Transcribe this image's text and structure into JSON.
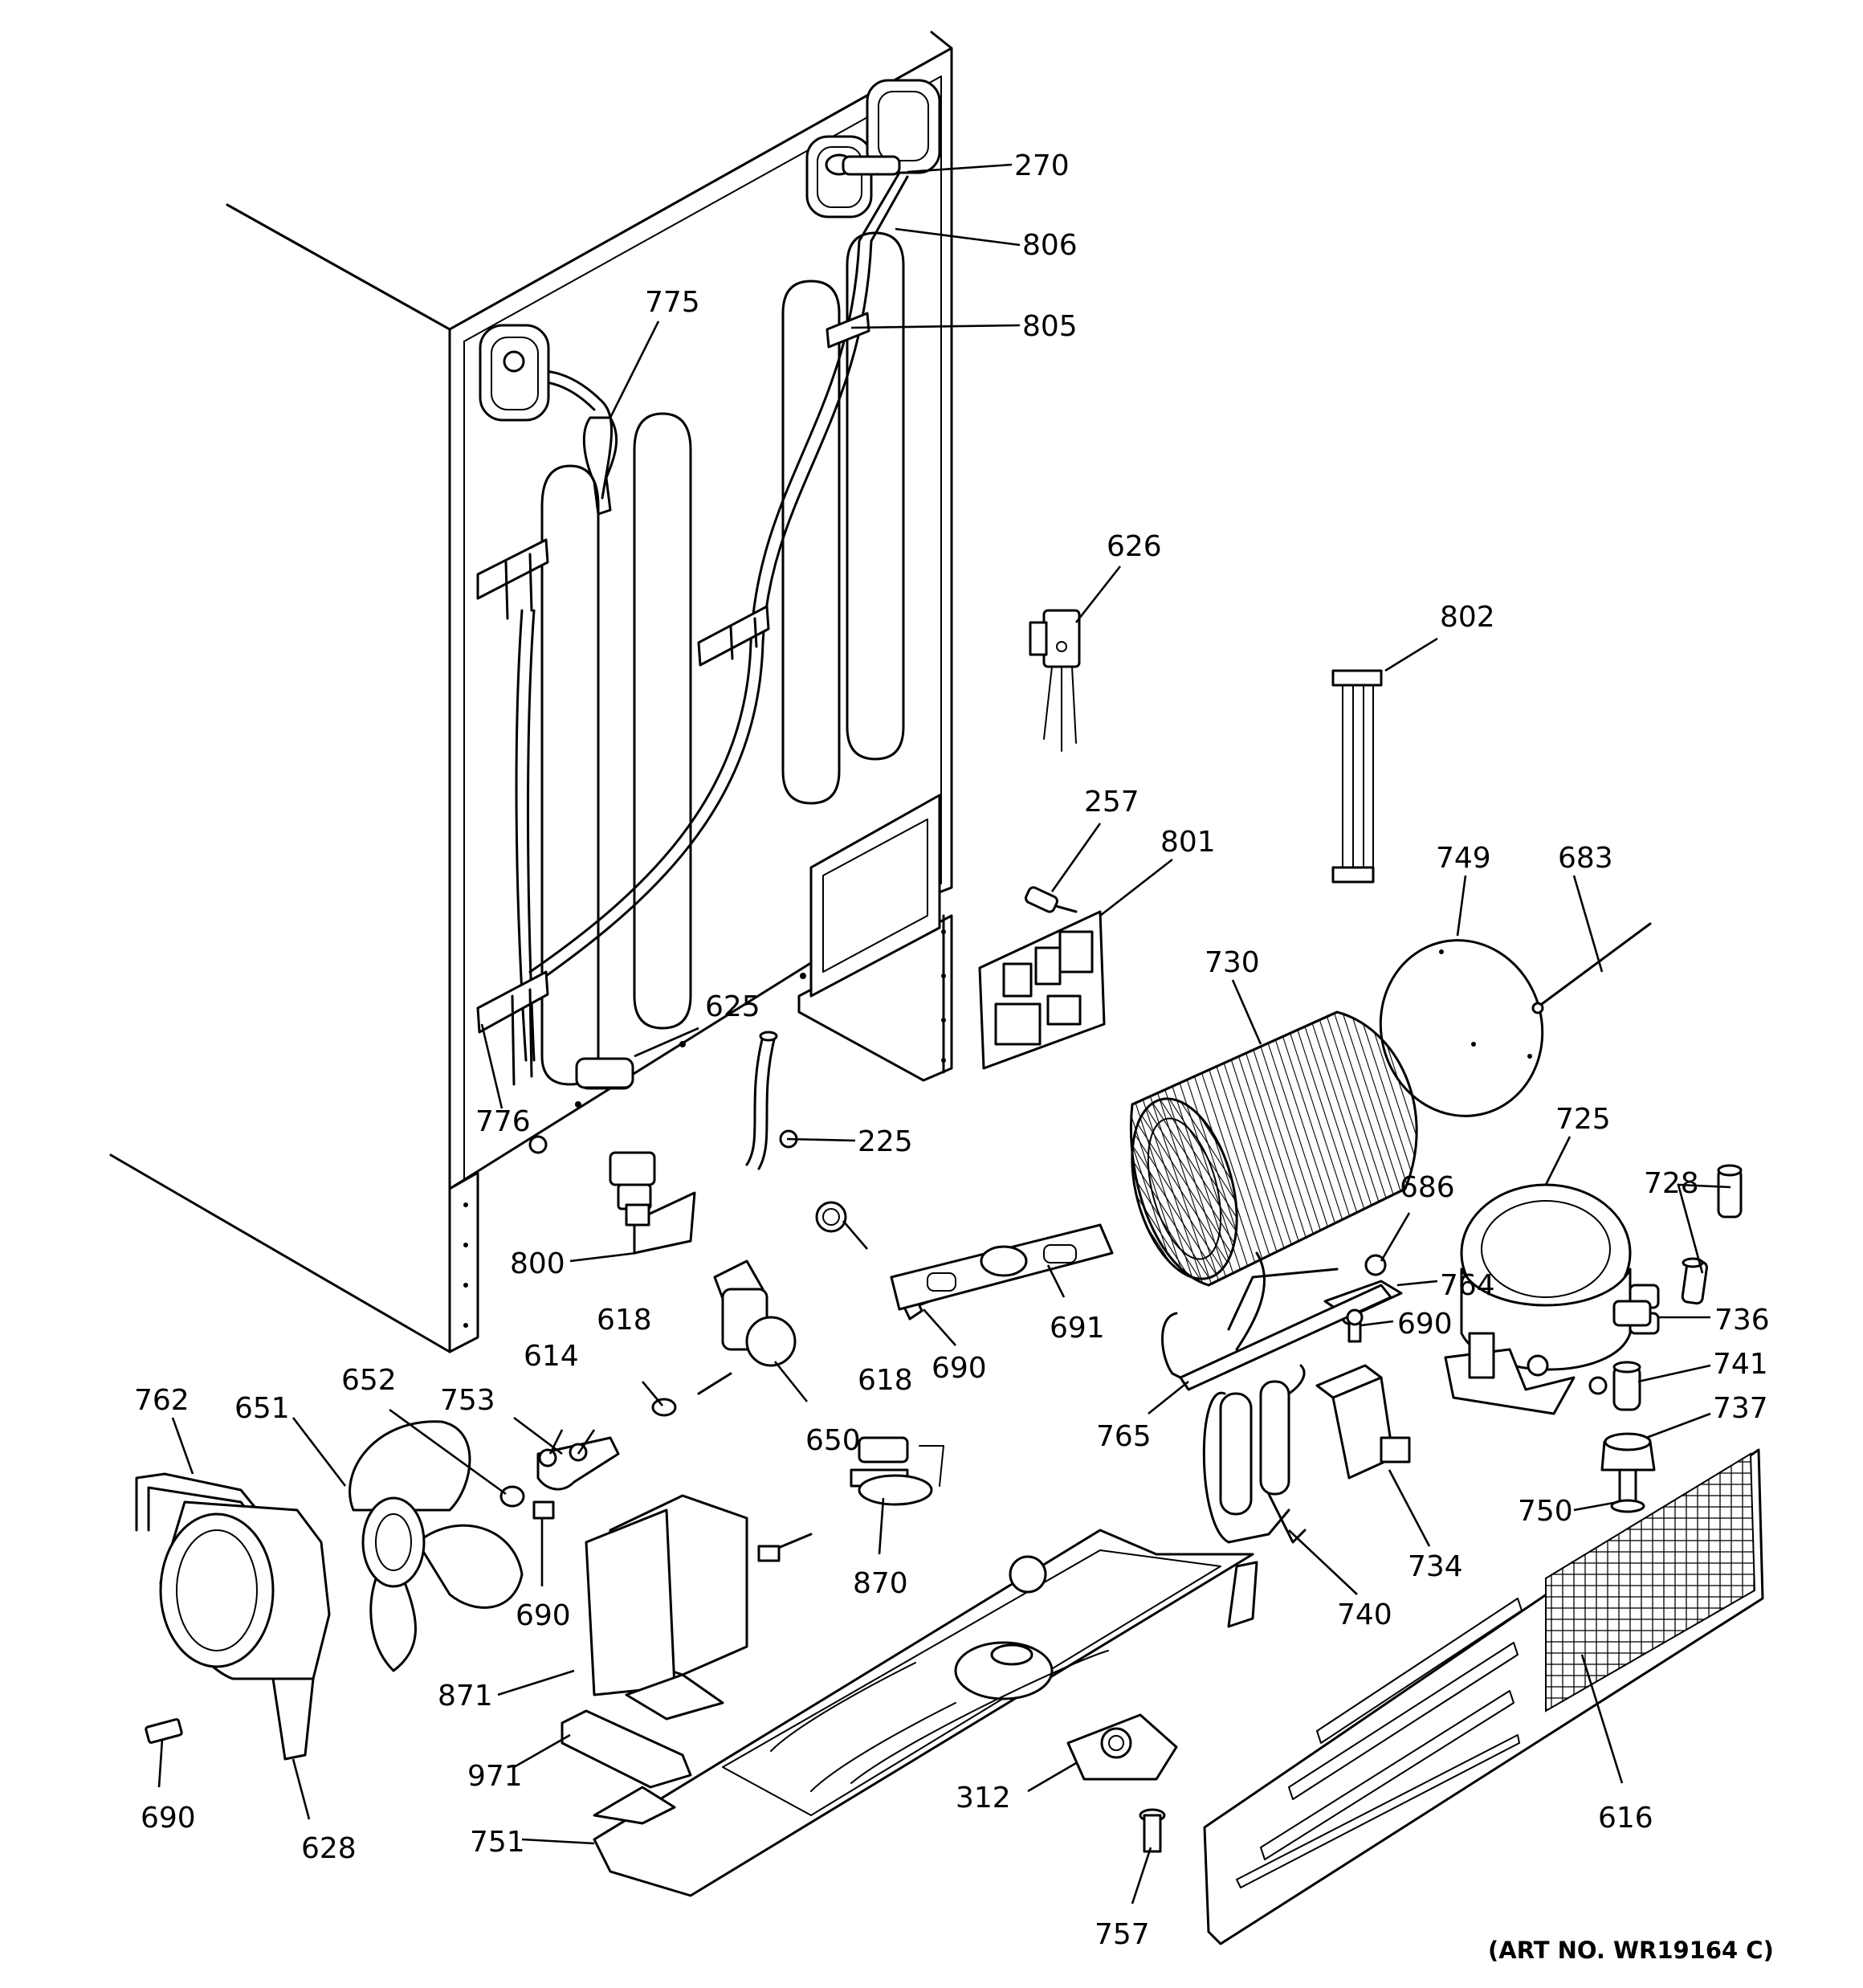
{
  "art_number": "(ART NO. WR19164 C)",
  "callouts": [
    {
      "id": "p270",
      "label": "270"
    },
    {
      "id": "p806",
      "label": "806"
    },
    {
      "id": "p805",
      "label": "805"
    },
    {
      "id": "p775",
      "label": "775"
    },
    {
      "id": "p626",
      "label": "626"
    },
    {
      "id": "p802",
      "label": "802"
    },
    {
      "id": "p257",
      "label": "257"
    },
    {
      "id": "p801",
      "label": "801"
    },
    {
      "id": "p749",
      "label": "749"
    },
    {
      "id": "p683",
      "label": "683"
    },
    {
      "id": "p730",
      "label": "730"
    },
    {
      "id": "p625",
      "label": "625"
    },
    {
      "id": "p776",
      "label": "776"
    },
    {
      "id": "p225",
      "label": "225"
    },
    {
      "id": "p725",
      "label": "725"
    },
    {
      "id": "p686",
      "label": "686"
    },
    {
      "id": "p728",
      "label": "728"
    },
    {
      "id": "p800",
      "label": "800"
    },
    {
      "id": "p764",
      "label": "764"
    },
    {
      "id": "p690a",
      "label": "690"
    },
    {
      "id": "p736",
      "label": "736"
    },
    {
      "id": "p691",
      "label": "691"
    },
    {
      "id": "p618a",
      "label": "618"
    },
    {
      "id": "p690b",
      "label": "690"
    },
    {
      "id": "p614",
      "label": "614"
    },
    {
      "id": "p652",
      "label": "652"
    },
    {
      "id": "p618b",
      "label": "618"
    },
    {
      "id": "p741",
      "label": "741"
    },
    {
      "id": "p762",
      "label": "762"
    },
    {
      "id": "p753",
      "label": "753"
    },
    {
      "id": "p765",
      "label": "765"
    },
    {
      "id": "p737",
      "label": "737"
    },
    {
      "id": "p651",
      "label": "651"
    },
    {
      "id": "p650",
      "label": "650"
    },
    {
      "id": "p750",
      "label": "750"
    },
    {
      "id": "p734",
      "label": "734"
    },
    {
      "id": "p690c",
      "label": "690"
    },
    {
      "id": "p870",
      "label": "870"
    },
    {
      "id": "p740",
      "label": "740"
    },
    {
      "id": "p871",
      "label": "871"
    },
    {
      "id": "p971",
      "label": "971"
    },
    {
      "id": "p312",
      "label": "312"
    },
    {
      "id": "p616",
      "label": "616"
    },
    {
      "id": "p751",
      "label": "751"
    },
    {
      "id": "p690d",
      "label": "690"
    },
    {
      "id": "p628",
      "label": "628"
    },
    {
      "id": "p757",
      "label": "757"
    }
  ]
}
